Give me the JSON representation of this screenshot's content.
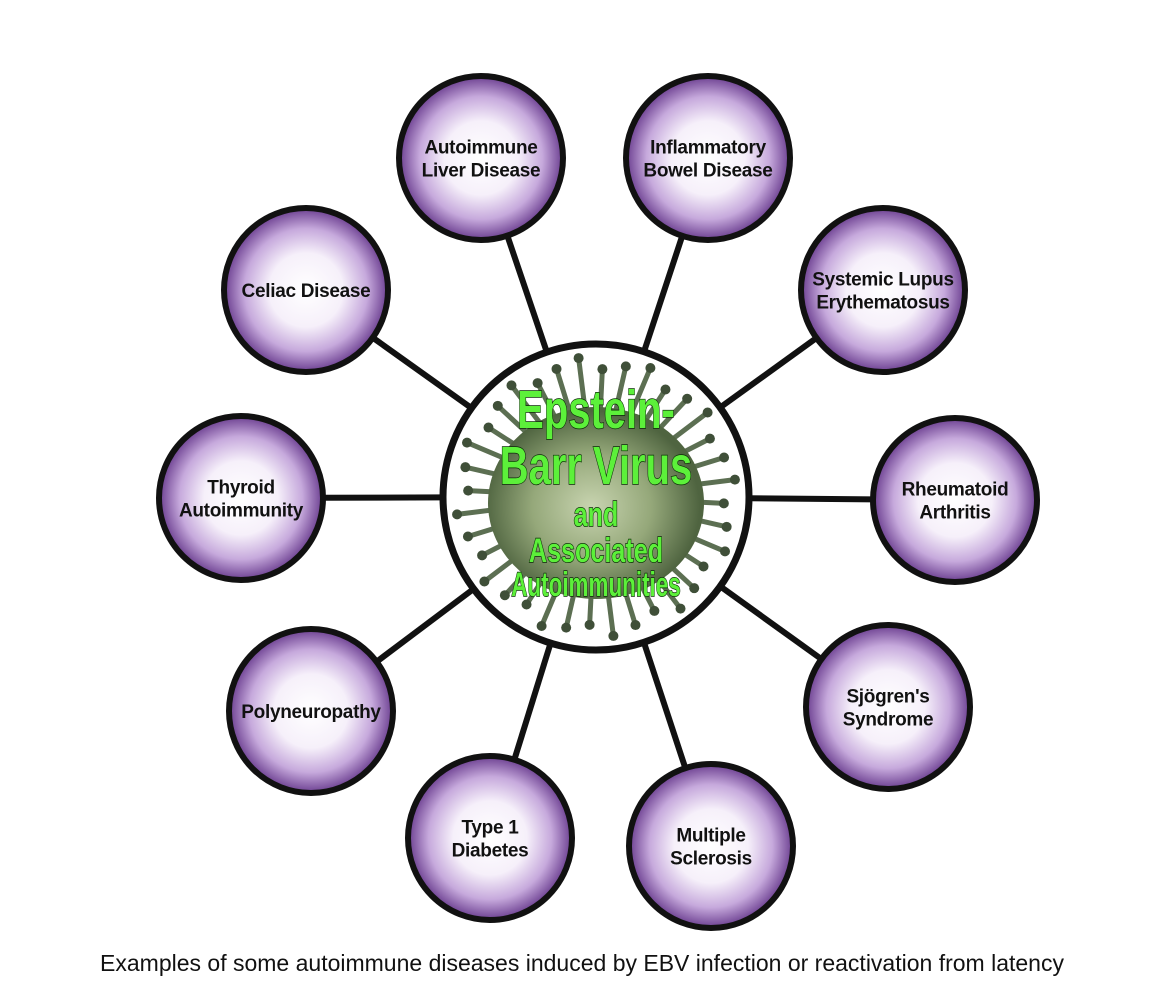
{
  "center": {
    "lines": [
      "Epstein-",
      "Barr Virus",
      "and",
      "Associated",
      "Autoimmunities"
    ]
  },
  "nodes": [
    {
      "id": "autoimmune-liver-disease",
      "lines": [
        "Autoimmune",
        "Liver Disease"
      ]
    },
    {
      "id": "inflammatory-bowel-disease",
      "lines": [
        "Inflammatory",
        "Bowel Disease"
      ]
    },
    {
      "id": "systemic-lupus-erythematosus",
      "lines": [
        "Systemic Lupus",
        "Erythematosus"
      ]
    },
    {
      "id": "rheumatoid-arthritis",
      "lines": [
        "Rheumatoid",
        "Arthritis"
      ]
    },
    {
      "id": "sjogrens-syndrome",
      "lines": [
        "Sjögren's",
        "Syndrome"
      ]
    },
    {
      "id": "multiple-sclerosis",
      "lines": [
        "Multiple",
        "Sclerosis"
      ]
    },
    {
      "id": "type-1-diabetes",
      "lines": [
        "Type 1",
        "Diabetes"
      ]
    },
    {
      "id": "polyneuropathy",
      "lines": [
        "Polyneuropathy"
      ]
    },
    {
      "id": "thyroid-autoimmunity",
      "lines": [
        "Thyroid",
        "Autoimmunity"
      ]
    },
    {
      "id": "celiac-disease",
      "lines": [
        "Celiac Disease"
      ]
    }
  ],
  "caption": "Examples of some autoimmune diseases induced by EBV infection or reactivation from latency",
  "colors": {
    "node_rim": "#6a3d8f",
    "node_center": "#ffffff",
    "center_text": "#5cf03a",
    "connector": "#111111"
  }
}
